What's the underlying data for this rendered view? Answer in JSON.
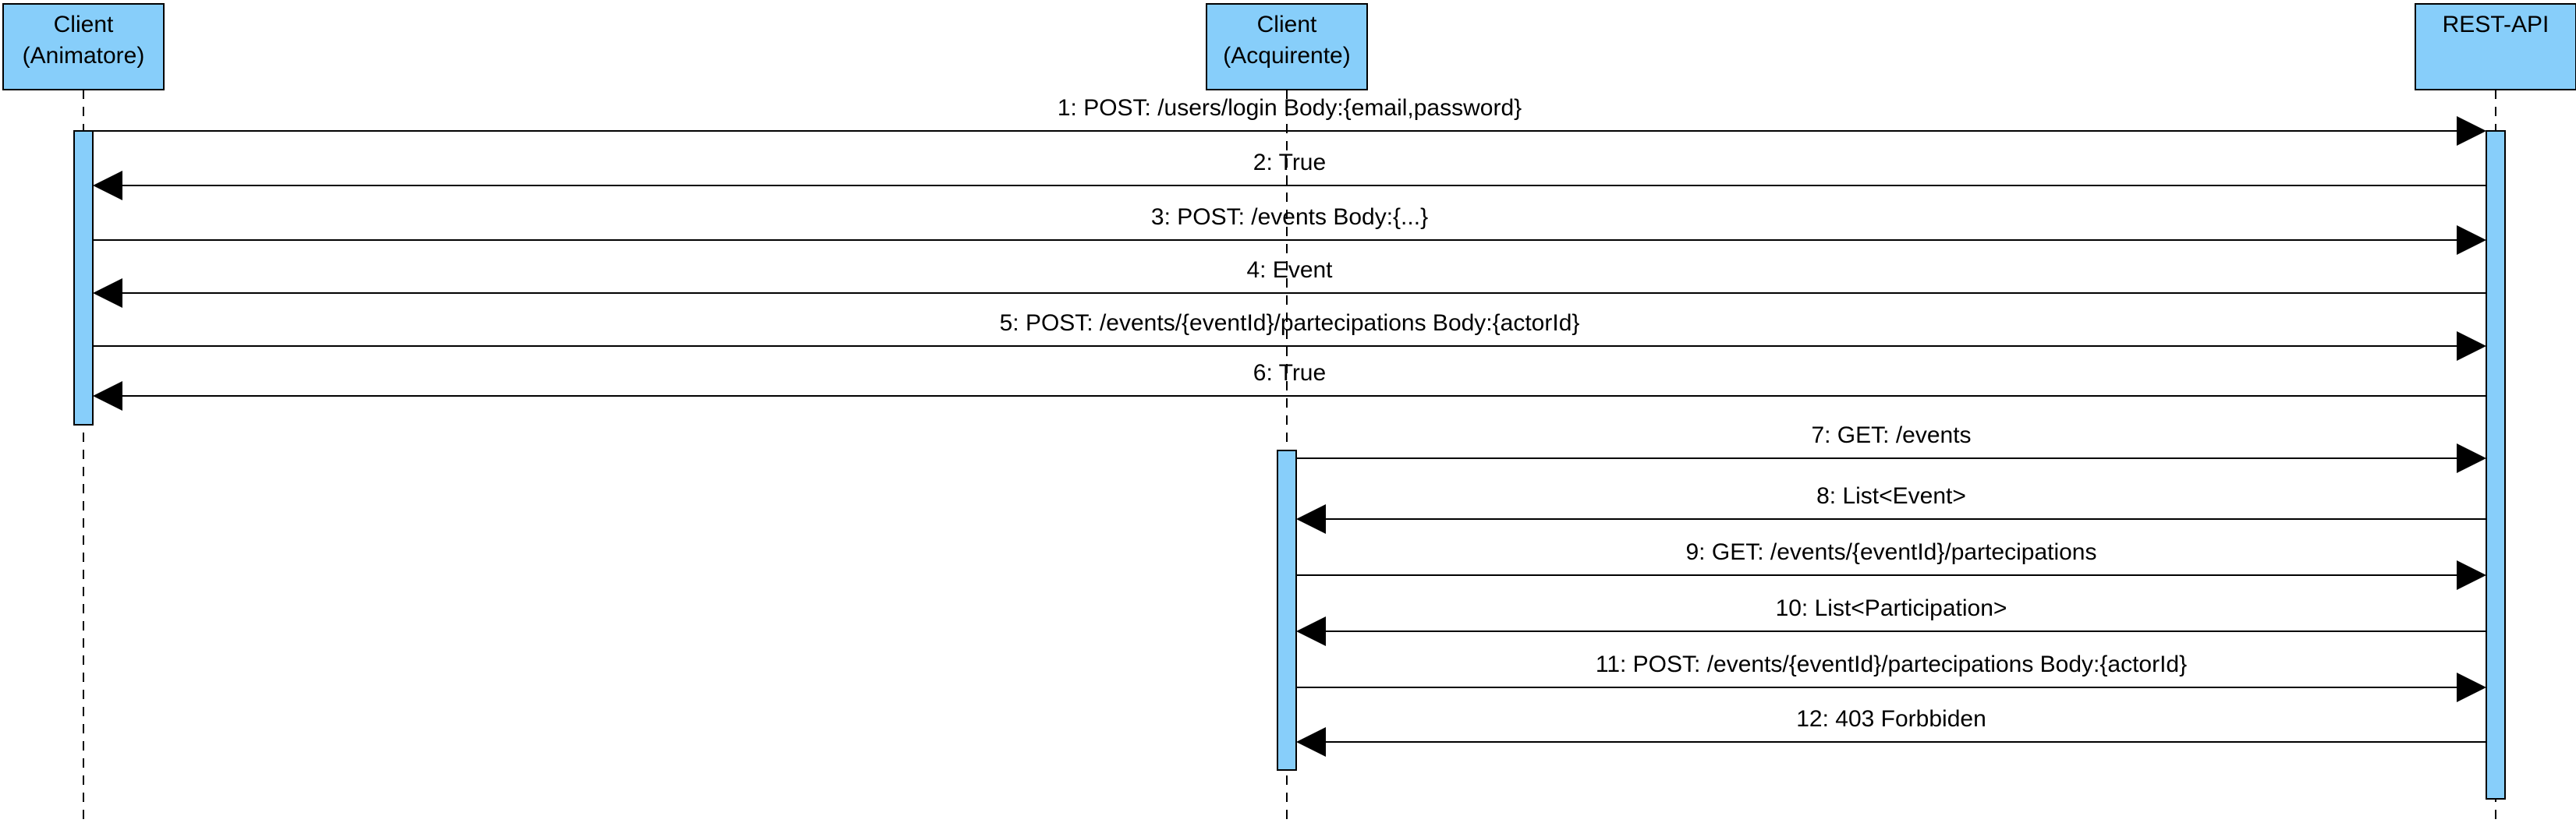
{
  "diagram": {
    "type": "sequence",
    "colors": {
      "participant_fill": "#87CEFA",
      "activation_fill": "#87CEFA",
      "line": "#000000"
    },
    "participants": [
      {
        "id": "animatore",
        "lines": [
          "Client",
          "(Animatore)"
        ]
      },
      {
        "id": "acquirente",
        "lines": [
          "Client",
          "(Acquirente)"
        ]
      },
      {
        "id": "restapi",
        "lines": [
          "REST-API"
        ]
      }
    ],
    "messages": [
      {
        "from": "animatore",
        "to": "restapi",
        "label": "1: POST: /users/login Body:{email,password}"
      },
      {
        "from": "restapi",
        "to": "animatore",
        "label": "2: True"
      },
      {
        "from": "animatore",
        "to": "restapi",
        "label": "3: POST: /events Body:{...}"
      },
      {
        "from": "restapi",
        "to": "animatore",
        "label": "4: Event"
      },
      {
        "from": "animatore",
        "to": "restapi",
        "label": "5: POST: /events/{eventId}/partecipations Body:{actorId}"
      },
      {
        "from": "restapi",
        "to": "animatore",
        "label": "6: True"
      },
      {
        "from": "acquirente",
        "to": "restapi",
        "label": "7: GET: /events"
      },
      {
        "from": "restapi",
        "to": "acquirente",
        "label": "8: List<Event>"
      },
      {
        "from": "acquirente",
        "to": "restapi",
        "label": "9: GET: /events/{eventId}/partecipations"
      },
      {
        "from": "restapi",
        "to": "acquirente",
        "label": "10:  List<Participation>"
      },
      {
        "from": "acquirente",
        "to": "restapi",
        "label": "11: POST: /events/{eventId}/partecipations Body:{actorId}"
      },
      {
        "from": "restapi",
        "to": "acquirente",
        "label": "12: 403 Forbbiden"
      }
    ]
  }
}
